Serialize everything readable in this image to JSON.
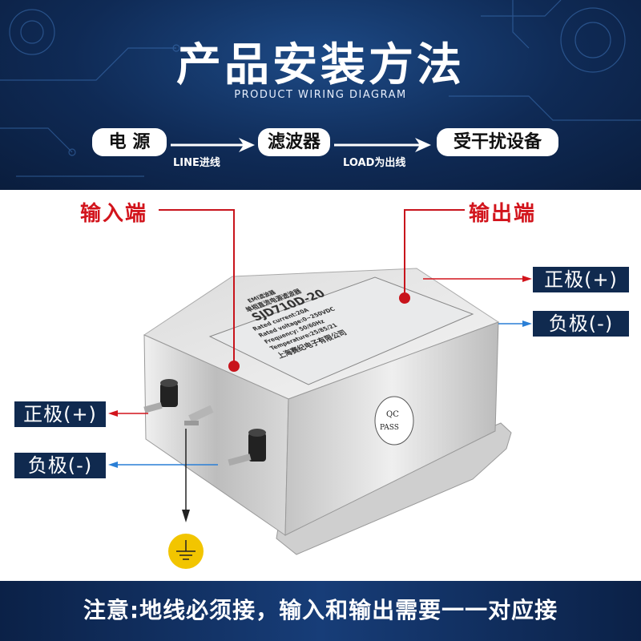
{
  "header": {
    "title": "产品安装方法",
    "subtitle": "PRODUCT WIRING DIAGRAM",
    "flow": [
      {
        "label": "电 源"
      },
      {
        "label": "滤波器"
      },
      {
        "label": "受干扰设备"
      }
    ],
    "flow_labels": [
      "LINE进线",
      "LOAD为出线"
    ]
  },
  "callouts": {
    "input": "输入端",
    "output": "输出端",
    "right_positive": "正极(+)",
    "right_negative": "负极(-)",
    "left_positive": "正极(+)",
    "left_negative": "负极(-)"
  },
  "product_label": {
    "line1": "EMI滤波器",
    "line2": "单相直流电源滤波器",
    "model": "SJD710D-20",
    "current": "Rated current:20A",
    "voltage": "Rated voltage:0~250VDC",
    "frequency": "Frequency:   50/60Hz",
    "temperature": "Temperature:25/85/21",
    "company": "上海赛纪电子有限公司",
    "qc": "QC",
    "pass": "PASS"
  },
  "footer": {
    "note": "注意:地线必须接，输入和输出需要一一对应接"
  },
  "colors": {
    "navy": "#0f2a55",
    "red": "#d2141c",
    "blue": "#2a7fd6",
    "ground_yellow": "#f2c500"
  },
  "icons": [
    "ground-icon",
    "arrow-right-icon",
    "arrow-left-icon",
    "arrow-down-icon"
  ]
}
